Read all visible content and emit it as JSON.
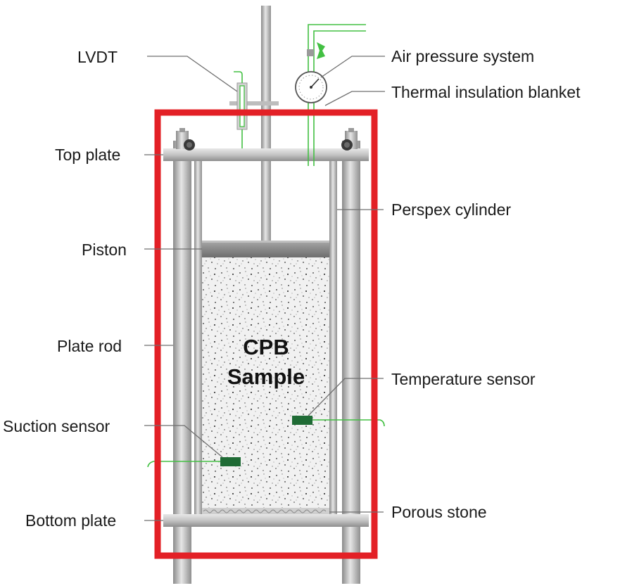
{
  "labels": {
    "lvdt": "LVDT",
    "air_pressure": "Air pressure system",
    "insulation": "Thermal insulation blanket",
    "top_plate": "Top plate",
    "perspex": "Perspex cylinder",
    "piston": "Piston",
    "plate_rod": "Plate rod",
    "temp_sensor": "Temperature sensor",
    "suction_sensor": "Suction sensor",
    "bottom_plate": "Bottom plate",
    "porous_stone": "Porous stone"
  },
  "sample": {
    "line1": "CPB",
    "line2": "Sample"
  },
  "colors": {
    "blanket": "#e32026",
    "metal_light": "#d9d9d9",
    "metal_dark": "#8a8a8a",
    "sensor": "#1f6b35",
    "wire": "#43c043",
    "sample_bg": "#f1f1f1"
  }
}
